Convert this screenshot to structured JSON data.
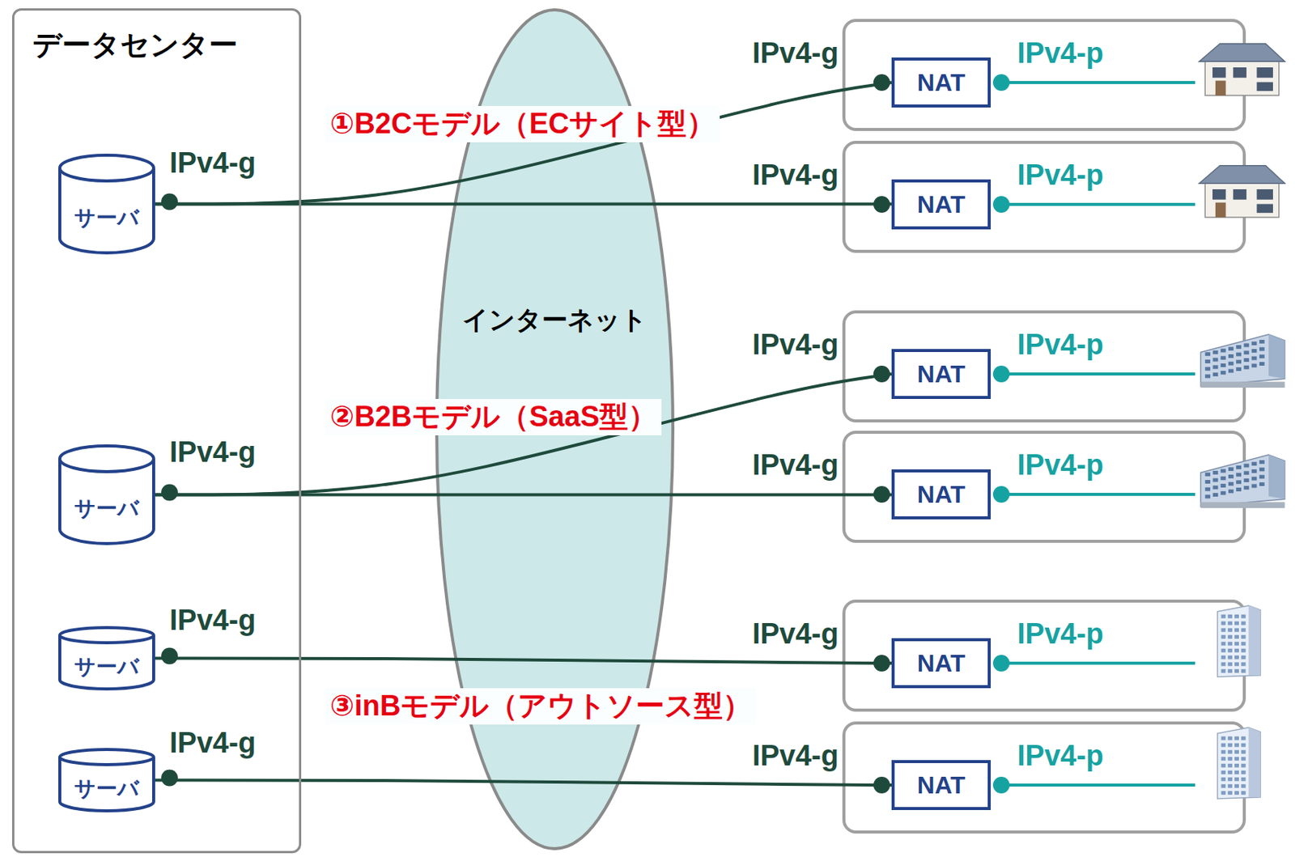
{
  "diagram": {
    "nodes": [
      {
        "text": [
          "データセンター"
        ]
      },
      {
        "text": [
          "サーバ"
        ],
        "in": 0
      },
      {
        "text": [
          "サーバ"
        ],
        "in": 0
      },
      {
        "text": [
          "サーバ"
        ],
        "in": 0
      },
      {
        "text": [
          "サーバ"
        ],
        "in": 0
      },
      {
        "text": [
          "インターネット"
        ]
      },
      {
        "text": [
          "NAT"
        ]
      },
      {
        "text": [
          "NAT"
        ]
      },
      {
        "text": [
          "NAT"
        ]
      },
      {
        "text": [
          "NAT"
        ]
      },
      {
        "text": [
          "NAT"
        ]
      },
      {
        "text": [
          "NAT"
        ]
      }
    ],
    "edges": [
      {
        "from": 1,
        "to": 6,
        "arrow": "none"
      },
      {
        "from": 1,
        "to": 7,
        "arrow": "none"
      },
      {
        "from": 2,
        "to": 8,
        "arrow": "none"
      },
      {
        "from": 2,
        "to": 9,
        "arrow": "none"
      },
      {
        "from": 3,
        "to": 10,
        "arrow": "none"
      },
      {
        "from": 4,
        "to": 11,
        "arrow": "none"
      }
    ],
    "labels": [
      "IPv4-g",
      "IPv4-g",
      "IPv4-g",
      "IPv4-g",
      "①B2Cモデル（ECサイト型）",
      "②B2Bモデル（SaaS型）",
      "③inBモデル（アウトソース型）",
      "IPv4-g",
      "IPv4-p",
      "IPv4-g",
      "IPv4-p",
      "IPv4-g",
      "IPv4-p",
      "IPv4-g",
      "IPv4-p",
      "IPv4-g",
      "IPv4-p",
      "IPv4-g",
      "IPv4-p"
    ]
  }
}
